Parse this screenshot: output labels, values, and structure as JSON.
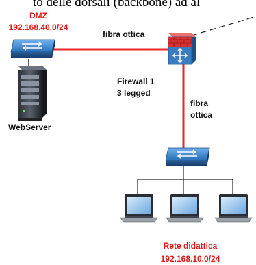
{
  "header_text": "to delle dorsali (backbone) ad al",
  "dmz": {
    "title": "DMZ",
    "subnet": "192.168.40.0/24"
  },
  "links": {
    "fibra_ottica_h": "fibra ottica",
    "fibra_v_line1": "fibra",
    "fibra_v_line2": "ottica"
  },
  "firewall": {
    "line1": "Firewall 1",
    "line2": "3 legged"
  },
  "webserver": {
    "label": "WebServer"
  },
  "rete": {
    "title": "Rete didattica",
    "subnet": "192.168.10.0/24"
  },
  "colors": {
    "link_red": "#e8242c",
    "label_red": "#e01818",
    "switch_blue": "#2a6fb5",
    "firewall_red": "#d93030",
    "firewall_blue": "#3a7cc0"
  },
  "icons": [
    "switch-icon",
    "firewall-icon",
    "server-icon",
    "laptop-icon"
  ]
}
